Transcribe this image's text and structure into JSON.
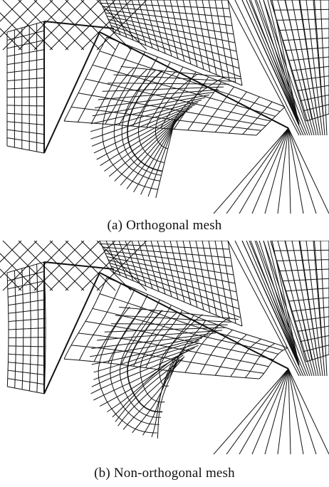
{
  "figure": {
    "panels": [
      {
        "id": "a",
        "caption": "(a)  Orthogonal mesh",
        "mesh_type": "orthogonal"
      },
      {
        "id": "b",
        "caption": "(b)  Non-orthogonal mesh",
        "mesh_type": "non-orthogonal"
      }
    ]
  },
  "colors": {
    "line": "#111111",
    "background": "#ffffff"
  }
}
